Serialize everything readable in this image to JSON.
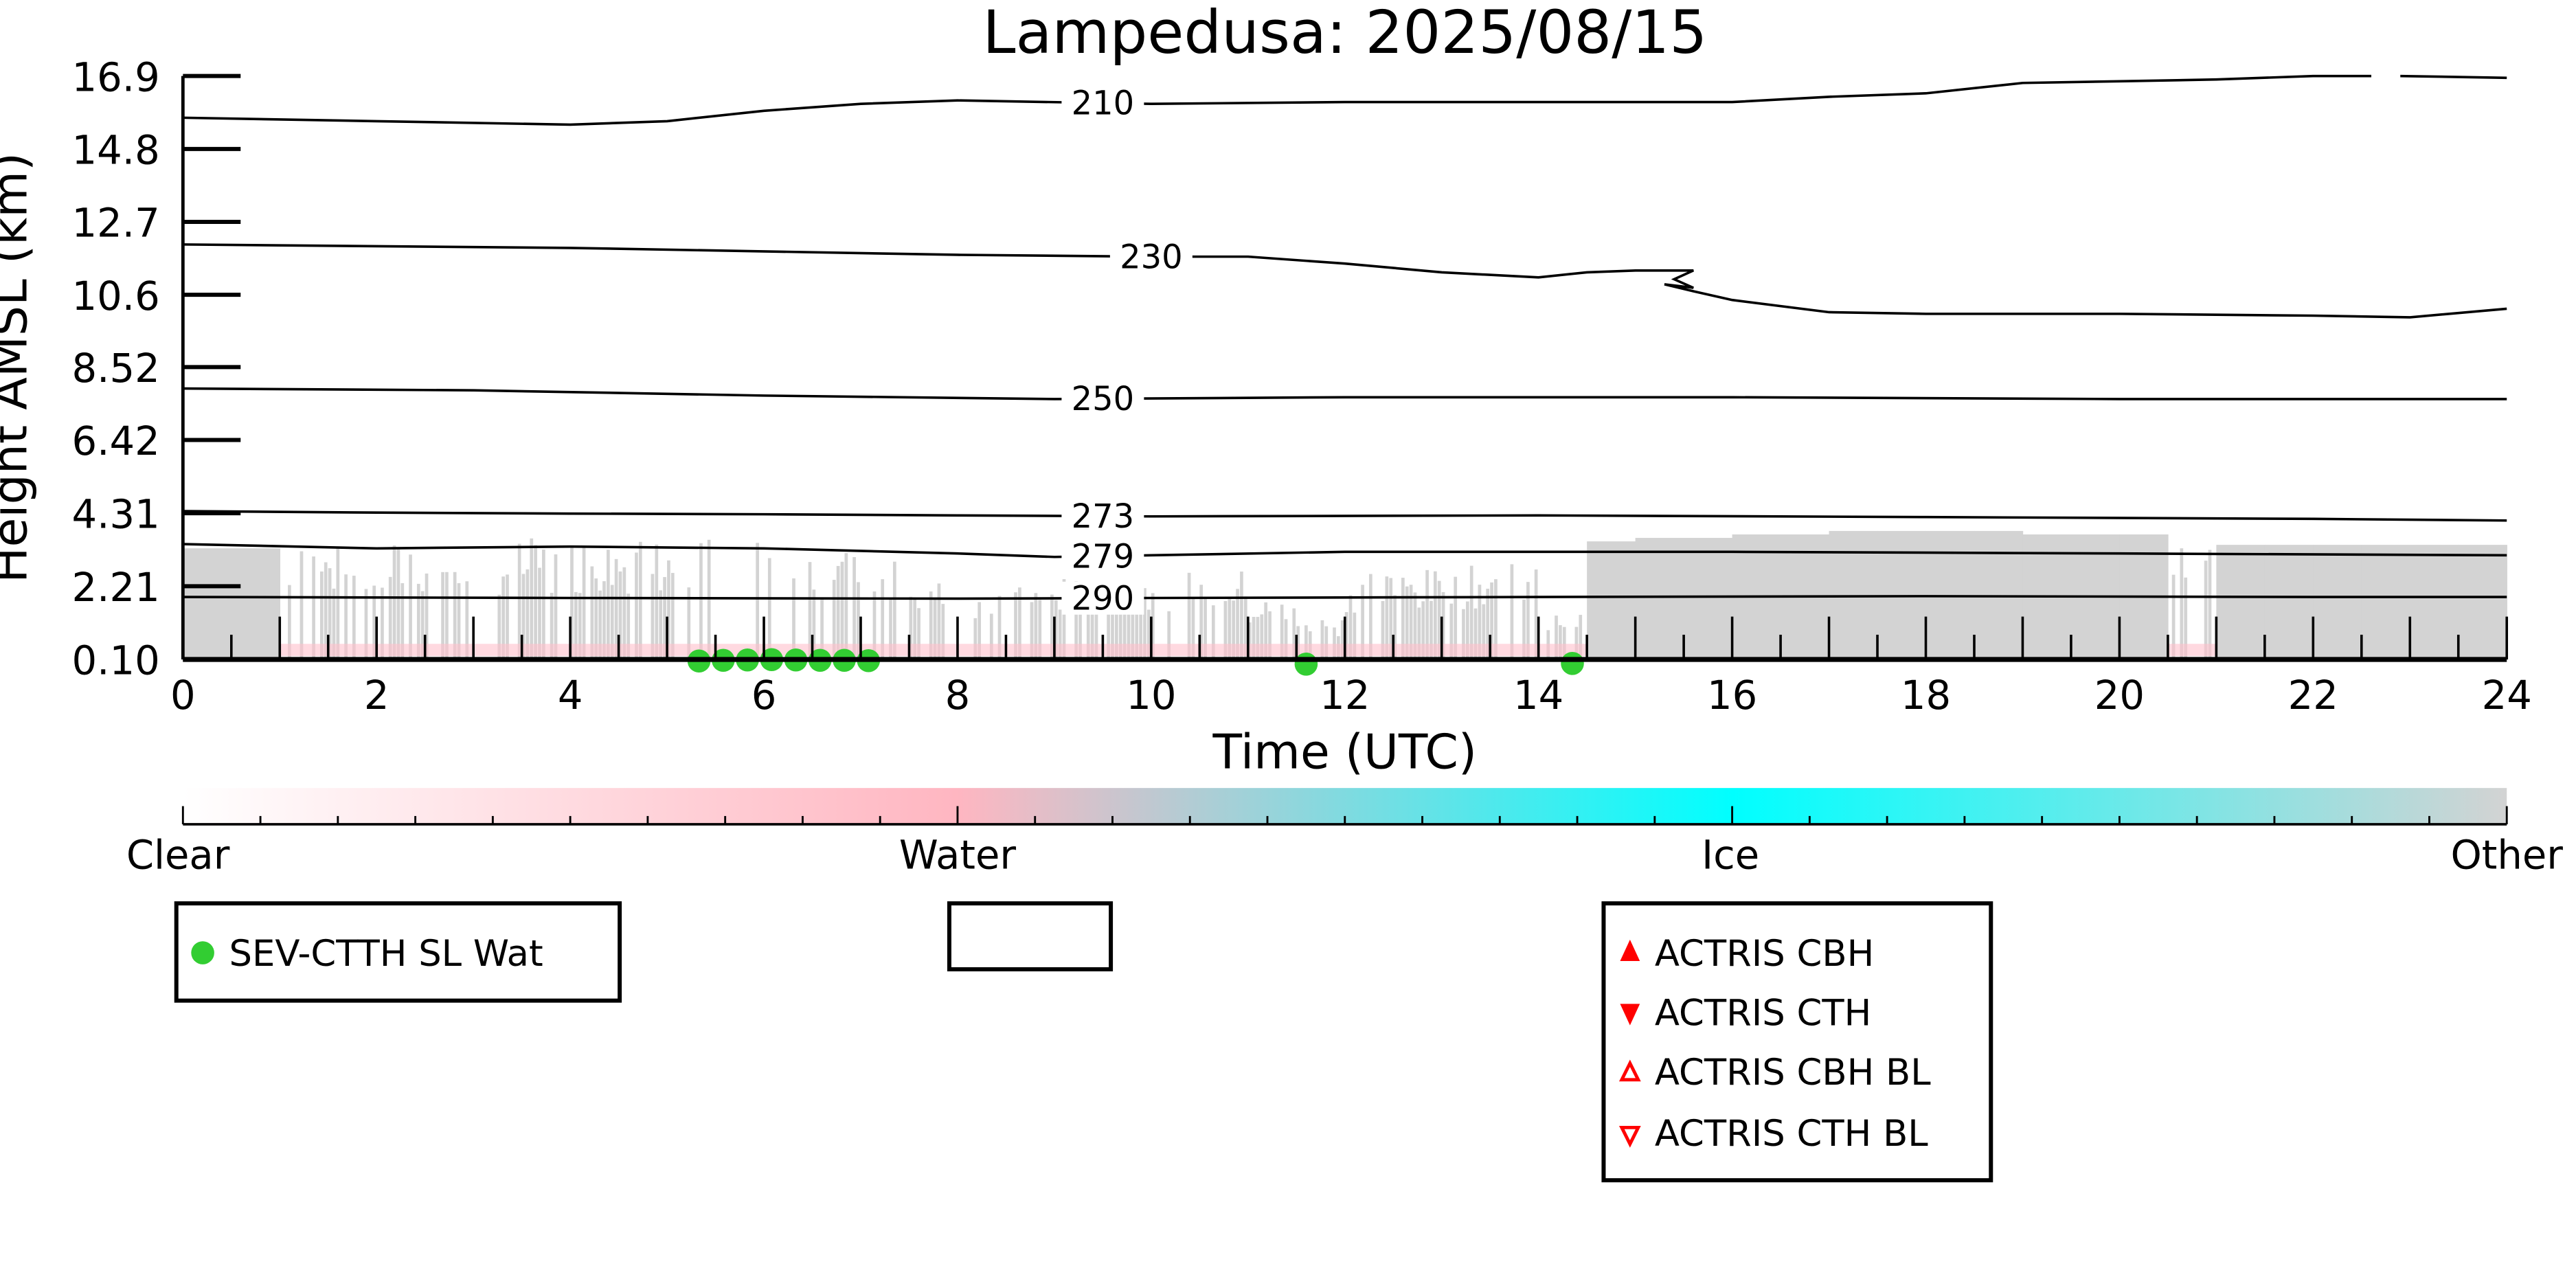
{
  "chart_data": {
    "type": "scatter",
    "title": "Lampedusa: 2025/08/15",
    "xlabel": "Time (UTC)",
    "ylabel": "Height AMSL (km)",
    "xlim": [
      0,
      24
    ],
    "ylim": [
      0.1,
      16.9
    ],
    "x_ticks": [
      "0",
      "2",
      "4",
      "6",
      "8",
      "10",
      "12",
      "14",
      "16",
      "18",
      "20",
      "22",
      "24"
    ],
    "x_tick_values": [
      0,
      2,
      4,
      6,
      8,
      10,
      12,
      14,
      16,
      18,
      20,
      22,
      24
    ],
    "y_ticks": [
      "0.10",
      "2.21",
      "4.31",
      "6.42",
      "8.52",
      "10.6",
      "12.7",
      "14.8",
      "16.9"
    ],
    "y_tick_values": [
      0.1,
      2.21,
      4.31,
      6.42,
      8.52,
      10.6,
      12.7,
      14.8,
      16.9
    ],
    "isotherms": [
      {
        "label": "210",
        "label_time": 9.5,
        "points": [
          [
            0,
            15.7
          ],
          [
            2,
            15.6
          ],
          [
            4,
            15.5
          ],
          [
            5,
            15.6
          ],
          [
            6,
            15.9
          ],
          [
            7,
            16.1
          ],
          [
            8,
            16.2
          ],
          [
            10,
            16.1
          ],
          [
            12,
            16.15
          ],
          [
            14,
            16.15
          ],
          [
            16,
            16.15
          ],
          [
            17,
            16.3
          ],
          [
            18,
            16.4
          ],
          [
            19,
            16.7
          ],
          [
            20,
            16.75
          ],
          [
            21,
            16.8
          ],
          [
            22,
            16.9
          ],
          [
            22.6,
            16.9
          ]
        ],
        "points2": [
          [
            22.9,
            16.9
          ],
          [
            24,
            16.85
          ]
        ]
      },
      {
        "label": "230",
        "label_time": 10,
        "points": [
          [
            0,
            12.05
          ],
          [
            4,
            11.95
          ],
          [
            8,
            11.75
          ],
          [
            10,
            11.7
          ],
          [
            11,
            11.7
          ],
          [
            12,
            11.5
          ],
          [
            13,
            11.25
          ],
          [
            14,
            11.1
          ],
          [
            14.5,
            11.25
          ],
          [
            15,
            11.3
          ],
          [
            15.6,
            11.3
          ],
          [
            15.4,
            11.05
          ],
          [
            15.6,
            10.8
          ],
          [
            15.3,
            10.9
          ],
          [
            15.6,
            10.7
          ],
          [
            16,
            10.45
          ],
          [
            17,
            10.1
          ],
          [
            18,
            10.05
          ],
          [
            20,
            10.05
          ],
          [
            22,
            10.0
          ],
          [
            23,
            9.95
          ],
          [
            24,
            10.2
          ]
        ]
      },
      {
        "label": "250",
        "label_time": 9.5,
        "points": [
          [
            0,
            7.9
          ],
          [
            3,
            7.85
          ],
          [
            6,
            7.7
          ],
          [
            9,
            7.6
          ],
          [
            12,
            7.65
          ],
          [
            16,
            7.65
          ],
          [
            20,
            7.6
          ],
          [
            24,
            7.6
          ]
        ]
      },
      {
        "label": "273",
        "label_time": 9.5,
        "points": [
          [
            0,
            4.37
          ],
          [
            2,
            4.33
          ],
          [
            4,
            4.3
          ],
          [
            6,
            4.28
          ],
          [
            8,
            4.25
          ],
          [
            10,
            4.22
          ],
          [
            14,
            4.25
          ],
          [
            18,
            4.2
          ],
          [
            22,
            4.15
          ],
          [
            24,
            4.1
          ]
        ]
      },
      {
        "label": "279",
        "label_time": 9.5,
        "points": [
          [
            0,
            3.42
          ],
          [
            2,
            3.3
          ],
          [
            4,
            3.35
          ],
          [
            6,
            3.3
          ],
          [
            8,
            3.15
          ],
          [
            9,
            3.05
          ],
          [
            10,
            3.1
          ],
          [
            12,
            3.2
          ],
          [
            16,
            3.2
          ],
          [
            20,
            3.15
          ],
          [
            24,
            3.1
          ]
        ]
      },
      {
        "label": "290",
        "label_time": 9.5,
        "points": [
          [
            0,
            1.9
          ],
          [
            4,
            1.87
          ],
          [
            8,
            1.85
          ],
          [
            10,
            1.87
          ],
          [
            14,
            1.9
          ],
          [
            18,
            1.92
          ],
          [
            22,
            1.9
          ],
          [
            24,
            1.9
          ]
        ]
      }
    ],
    "other_cloud": {
      "time_step_h": 0.5,
      "top_km": [
        3.3,
        3.3,
        3.4,
        3.4,
        3.5,
        3.5,
        3.5,
        3.6,
        3.6,
        3.6,
        3.6,
        3.5,
        3.4,
        3.3,
        3.3,
        2.6,
        2.0,
        2.5,
        2.5,
        2.6,
        2.7,
        2.7,
        1.9,
        1.4,
        2.6,
        2.7,
        2.8,
        3.0,
        1.5,
        3.5,
        3.6,
        3.6,
        3.7,
        3.7,
        3.8,
        3.8,
        3.8,
        3.8,
        3.7,
        3.7,
        3.7,
        3.6,
        3.4,
        3.4,
        3.4,
        3.4,
        3.4,
        3.4
      ],
      "coverage": [
        1,
        1,
        0.4,
        0.5,
        0.5,
        0.5,
        0.6,
        0.6,
        0.6,
        0.6,
        0.5,
        0.4,
        0.4,
        0.5,
        0.4,
        0.6,
        0.3,
        0.6,
        0.7,
        0.7,
        0.6,
        0.6,
        0.5,
        0.5,
        0.7,
        0.7,
        0.7,
        0.6,
        0.6,
        1,
        1,
        1,
        1,
        1,
        1,
        1,
        1,
        1,
        1,
        1,
        1,
        0.7,
        1,
        1,
        1,
        1,
        1,
        1
      ]
    },
    "sev_ctth_sl_wat": [
      [
        5.33,
        0.15
      ],
      [
        5.58,
        0.17
      ],
      [
        5.83,
        0.18
      ],
      [
        6.08,
        0.19
      ],
      [
        6.33,
        0.18
      ],
      [
        6.58,
        0.17
      ],
      [
        6.83,
        0.17
      ],
      [
        7.08,
        0.16
      ],
      [
        11.6,
        0.06
      ],
      [
        14.35,
        0.08
      ]
    ],
    "colorbar": {
      "labels": [
        "Clear",
        "Water",
        "Ice",
        "Other"
      ],
      "colors": [
        "#ffffff",
        "#ffb6c1",
        "#00ffff",
        "#d3d3d3"
      ]
    },
    "legend1": {
      "items": [
        {
          "label": "SEV-CTTH SL Wat",
          "color": "#32cd32",
          "marker": "circle"
        }
      ]
    },
    "legend3": {
      "items": [
        {
          "label": "ACTRIS CBH",
          "color": "#ff0000",
          "marker": "triangle-up-filled"
        },
        {
          "label": "ACTRIS CTH",
          "color": "#ff0000",
          "marker": "triangle-down-filled"
        },
        {
          "label": "ACTRIS CBH BL",
          "color": "#ff0000",
          "marker": "triangle-up-open"
        },
        {
          "label": "ACTRIS CTH BL",
          "color": "#ff0000",
          "marker": "triangle-down-open"
        }
      ]
    }
  }
}
